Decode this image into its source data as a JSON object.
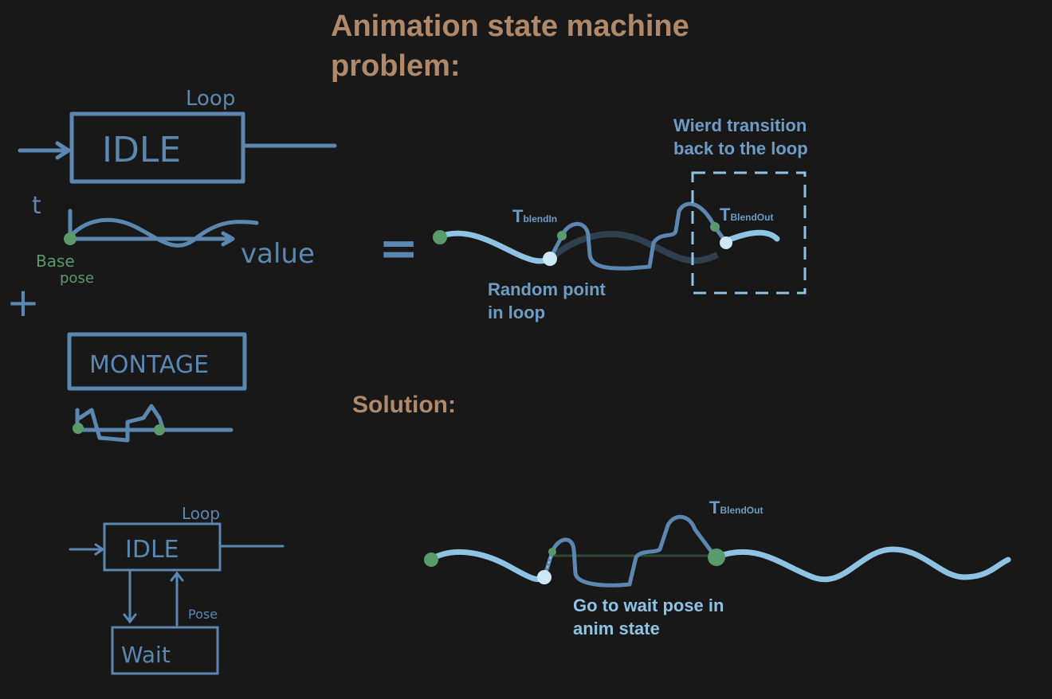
{
  "title_line1": "Animation state machine",
  "title_line2": "problem:",
  "solution_heading": "Solution:",
  "top_diagram": {
    "loop_label": "Loop",
    "idle_label": "IDLE",
    "t_label": "t",
    "value_label": "value",
    "base_label": "Base",
    "pose_label": "pose",
    "plus": "+",
    "equals": "=",
    "montage_label": "MONTAGE"
  },
  "problem_graph": {
    "t_blend_in": "T",
    "t_blend_in_sub": "blendIn",
    "t_blend_out": "T",
    "t_blend_out_sub": "BlendOut",
    "random_point_1": "Random point",
    "random_point_2": "in loop",
    "weird_1": "Wierd transition",
    "weird_2": "back to the loop"
  },
  "bottom_diagram": {
    "loop_label": "Loop",
    "idle_label": "IDLE",
    "wait_label": "Wait",
    "pose_label": "Pose"
  },
  "solution_graph": {
    "t_blend_out": "T",
    "t_blend_out_sub": "BlendOut",
    "caption_1": "Go to wait pose in",
    "caption_2": "anim state"
  },
  "colors": {
    "background": "#181818",
    "stroke": "#5b87b0",
    "highlight": "#8fc3e3",
    "heading": "#b0896a",
    "marker": "#5a9a6a"
  }
}
